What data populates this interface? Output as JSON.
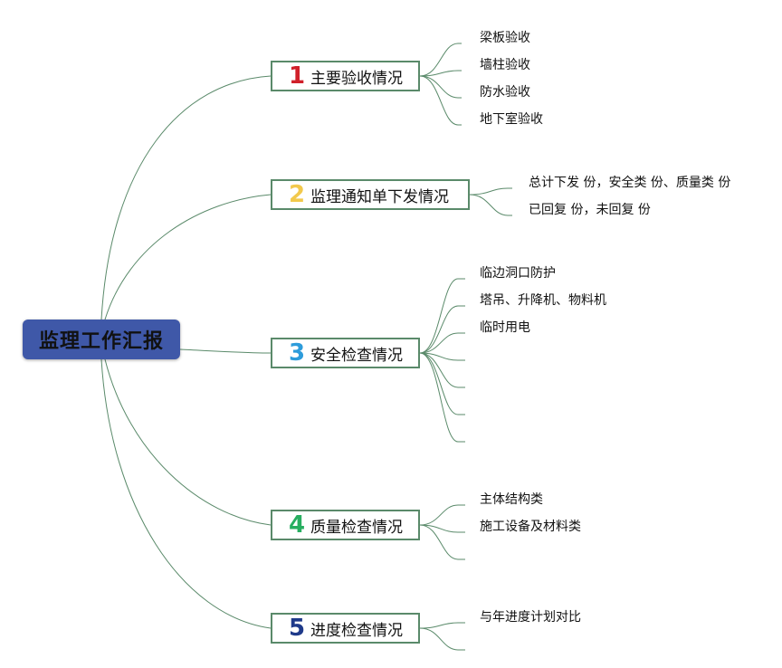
{
  "root": {
    "label": "监理工作汇报"
  },
  "colors": {
    "root_fill": "#3f58a8",
    "branch_border": "#5a8a6a",
    "line": "#5a8a6a",
    "num1": "#d0202a",
    "num2": "#f2c94c",
    "num3": "#2d9cdb",
    "num4": "#27ae60",
    "num5": "#1f3a8a"
  },
  "branches": [
    {
      "number": "1",
      "label": "主要验收情况",
      "leaves": [
        "梁板验收",
        "墙柱验收",
        "防水验收",
        "地下室验收"
      ]
    },
    {
      "number": "2",
      "label": "监理通知单下发情况",
      "leaves": [
        "总计下发 份，安全类 份、质量类 份",
        "已回复 份，未回复 份"
      ]
    },
    {
      "number": "3",
      "label": "安全检查情况",
      "leaves": [
        "临边洞口防护",
        "塔吊、升降机、物料机",
        "临时用电",
        "",
        "",
        "",
        ""
      ]
    },
    {
      "number": "4",
      "label": "质量检查情况",
      "leaves": [
        "主体结构类",
        "施工设备及材料类",
        ""
      ]
    },
    {
      "number": "5",
      "label": "进度检查情况",
      "leaves": [
        "与年进度计划对比",
        ""
      ]
    }
  ]
}
